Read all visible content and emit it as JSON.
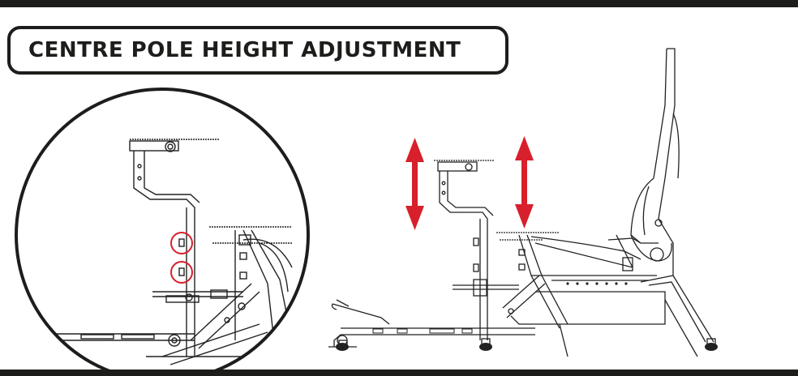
{
  "header": {
    "title": "CENTRE POLE HEIGHT ADJUSTMENT"
  },
  "colors": {
    "ink": "#1d1d1b",
    "accent": "#d7202b",
    "line": "#222222"
  },
  "figures": {
    "detail_highlights": 2,
    "arrows": 2
  }
}
